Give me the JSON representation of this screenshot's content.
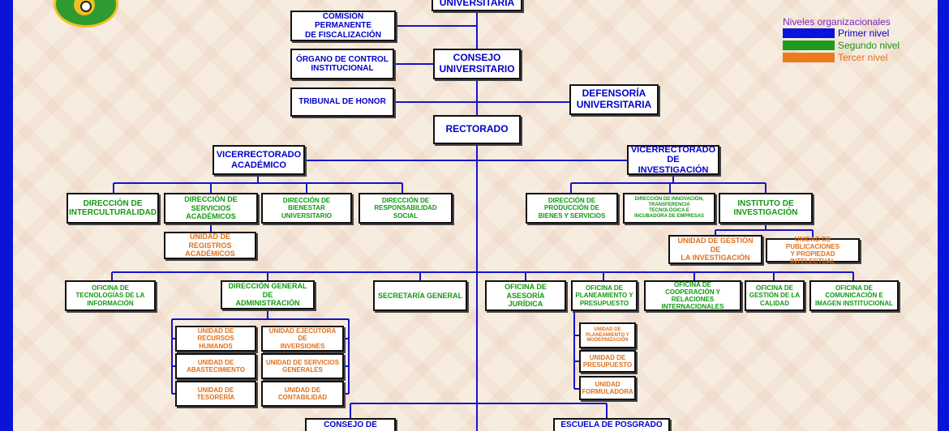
{
  "legend": {
    "title": "Niveles organizacionales",
    "items": [
      {
        "label": "Primer nivel",
        "color": "#0a13d8",
        "text_color": "#0000cc"
      },
      {
        "label": "Segundo nivel",
        "color": "#1e9a1e",
        "text_color": "#119a11"
      },
      {
        "label": "Tercer nivel",
        "color": "#ee7a1e",
        "text_color": "#e0701a"
      }
    ]
  },
  "colors": {
    "frame": "#0a13d8",
    "line": "#1515c8"
  },
  "boxes": {
    "asamblea": "UNIVERSITARIA",
    "comision": "COMISIÓN PERMANENTE\nDE FISCALIZACIÓN",
    "organo": "ÓRGANO DE CONTROL\nINSTITUCIONAL",
    "consejo": "CONSEJO\nUNIVERSITARIO",
    "tribunal": "TRIBUNAL DE HONOR",
    "defensoria": "DEFENSORÍA\nUNIVERSITARIA",
    "rectorado": "RECTORADO",
    "vice_academico": "VICERRECTORADO\nACADÉMICO",
    "vice_investigacion": "VICERRECTORADO\nDE INVESTIGACIÓN",
    "dir_intercult": "DIRECCIÓN DE\nINTERCULTURALIDAD",
    "dir_serv_acad": "DIRECCIÓN DE SERVICIOS\nACADÉMICOS",
    "dir_bienestar": "DIRECCIÓN DE\nBIENESTAR\nUNIVERSITARIO",
    "dir_resp_social": "DIRECCIÓN DE\nRESPONSABILIDAD\nSOCIAL",
    "uni_registros": "UNIDAD DE REGISTROS\nACADÉMICOS",
    "dir_produccion": "DIRECCIÓN DE\nPRODUCCIÓN DE\nBIENES Y SERVICIOS",
    "dir_innovacion": "DIRECCIÓN DE INNOVACIÓN,\nTRANSFERENCIA\nTECNOLÓGICA E\nINCUBADORA DE EMPRESAS",
    "instituto": "INSTITUTO DE\nINVESTIGACIÓN",
    "uni_gestion_inv": "UNIDAD DE GESTIÓN DE\nLA INVESTIGACIÓN",
    "uni_publicaciones": "UNIDAD DE PUBLICACIONES\nY PROPIEDAD INTELECTUAL",
    "of_tecnologias": "OFICINA DE\nTECNOLOGÍAS DE LA\nINFORMACIÓN",
    "dir_gral_admin": "DIRECCIÓN GENERAL DE\nADMINISTRACIÓN",
    "secretaria": "SECRETARÍA GENERAL",
    "of_asesoria": "OFICINA DE\nASESORÍA JURÍDICA",
    "of_planeamiento": "OFICINA DE\nPLANEAMIENTO Y\nPRESUPUESTO",
    "of_cooperacion": "OFICINA DE\nCOOPERACIÓN Y RELACIONES\nINTERNACIONALES",
    "of_calidad": "OFICINA DE\nGESTIÓN DE LA\nCALIDAD",
    "of_comunicacion": "OFICINA DE\nCOMUNICACIÓN E\nIMAGEN INSTITUCIONAL",
    "uni_rrhh": "UNIDAD DE RECURSOS\nHUMANOS",
    "uni_ejecutora": "UNIDAD EJECUTORA DE\nINVERSIONES",
    "uni_abastecimiento": "UNIDAD DE\nABASTECIMIENTO",
    "uni_serv_generales": "UNIDAD DE SERVICIOS\nGENERALES",
    "uni_tesoreria": "UNIDAD DE TESORERÍA",
    "uni_contabilidad": "UNIDAD DE\nCONTABILIDAD",
    "uni_plan_modern": "UNIDAD DE\nPLANEAMIENTO Y\nMODERNIZACIÓN",
    "uni_presupuesto": "UNIDAD DE\nPRESUPUESTO",
    "uni_formuladora": "UNIDAD\nFORMULADORA",
    "consejo_facultad": "CONSEJO DE",
    "escuela_posgrado": "ESCUELA DE POSGRADO"
  }
}
